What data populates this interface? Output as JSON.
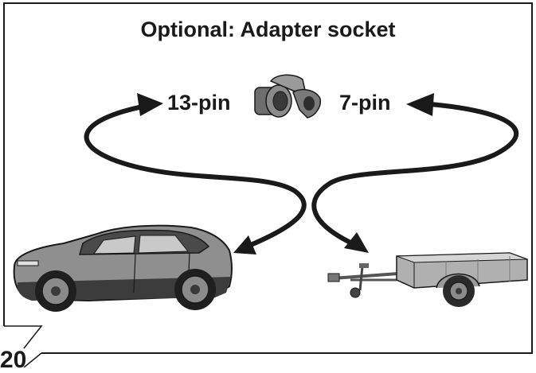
{
  "title": "Optional: Adapter socket",
  "labels": {
    "left_connector": "13-pin",
    "right_connector": "7-pin"
  },
  "page_number": "20",
  "colors": {
    "frame": "#1a1a1a",
    "arrow": "#1a1a1a",
    "car_body": "#8c8c8c",
    "trailer_body": "#a8a8a8"
  },
  "icons": [
    "adapter-socket-icon",
    "car-illustration",
    "trailer-illustration"
  ]
}
